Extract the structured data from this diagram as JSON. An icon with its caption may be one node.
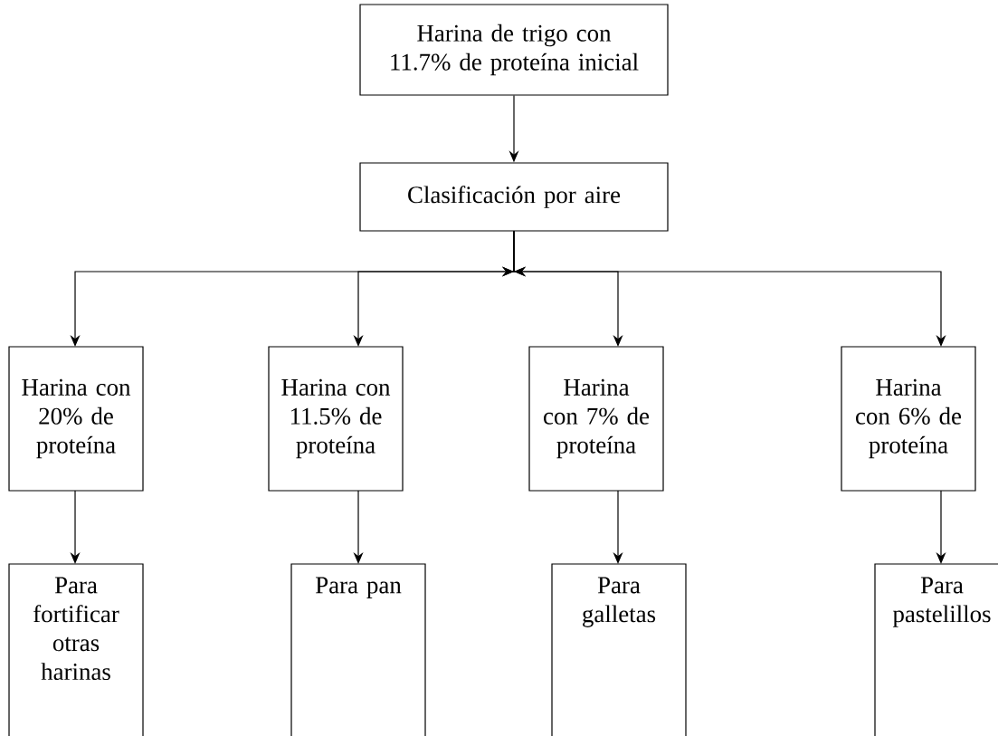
{
  "diagram": {
    "nodes": [
      {
        "text": [
          "Harina de trigo con 11.7% de proteína inicial"
        ]
      },
      {
        "text": [
          "Clasificación por aire"
        ]
      },
      {
        "text": [
          "Harina con 20% de proteína"
        ]
      },
      {
        "text": [
          "Harina con 11.5% de proteína"
        ]
      },
      {
        "text": [
          "Harina con 7% de proteína"
        ]
      },
      {
        "text": [
          "Harina con 6% de proteína"
        ]
      },
      {
        "text": [
          "Para fortificar otras harinas"
        ]
      },
      {
        "text": [
          "Para pan"
        ]
      },
      {
        "text": [
          "Para galletas"
        ]
      },
      {
        "text": [
          "Para pastelillos"
        ]
      }
    ],
    "edges": [
      {
        "from": 0,
        "to": 1,
        "arrow": "to"
      },
      {
        "from": 1,
        "to": 2,
        "arrow": "to"
      },
      {
        "from": 1,
        "to": 3,
        "arrow": "to"
      },
      {
        "from": 1,
        "to": 4,
        "arrow": "to"
      },
      {
        "from": 1,
        "to": 5,
        "arrow": "to"
      },
      {
        "from": 2,
        "to": 6,
        "arrow": "to"
      },
      {
        "from": 3,
        "to": 7,
        "arrow": "to"
      },
      {
        "from": 4,
        "to": 8,
        "arrow": "to"
      },
      {
        "from": 5,
        "to": 9,
        "arrow": "to"
      }
    ]
  }
}
